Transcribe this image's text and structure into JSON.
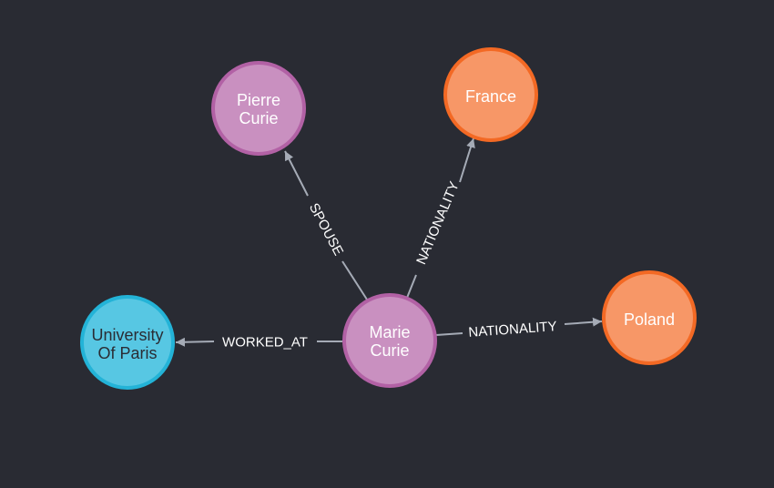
{
  "graph": {
    "nodes": {
      "marie": {
        "label_line1": "Marie",
        "label_line2": "Curie",
        "type": "Person"
      },
      "pierre": {
        "label_line1": "Pierre",
        "label_line2": "Curie",
        "type": "Person"
      },
      "france": {
        "label": "France",
        "type": "Country"
      },
      "poland": {
        "label": "Poland",
        "type": "Country"
      },
      "university": {
        "label_line1": "University",
        "label_line2": "Of Paris",
        "type": "Institution"
      }
    },
    "edges": [
      {
        "from": "marie",
        "to": "pierre",
        "label": "SPOUSE"
      },
      {
        "from": "marie",
        "to": "france",
        "label": "NATIONALITY"
      },
      {
        "from": "marie",
        "to": "poland",
        "label": "NATIONALITY"
      },
      {
        "from": "marie",
        "to": "university",
        "label": "WORKED_AT"
      }
    ]
  },
  "colors": {
    "background": "#292b33",
    "person_fill": "#c990c0",
    "person_stroke": "#b261a5",
    "country_fill": "#f79767",
    "country_stroke": "#f36924",
    "institution_fill": "#57c7e3",
    "institution_stroke": "#23b3d7",
    "edge": "#a5abb6"
  }
}
